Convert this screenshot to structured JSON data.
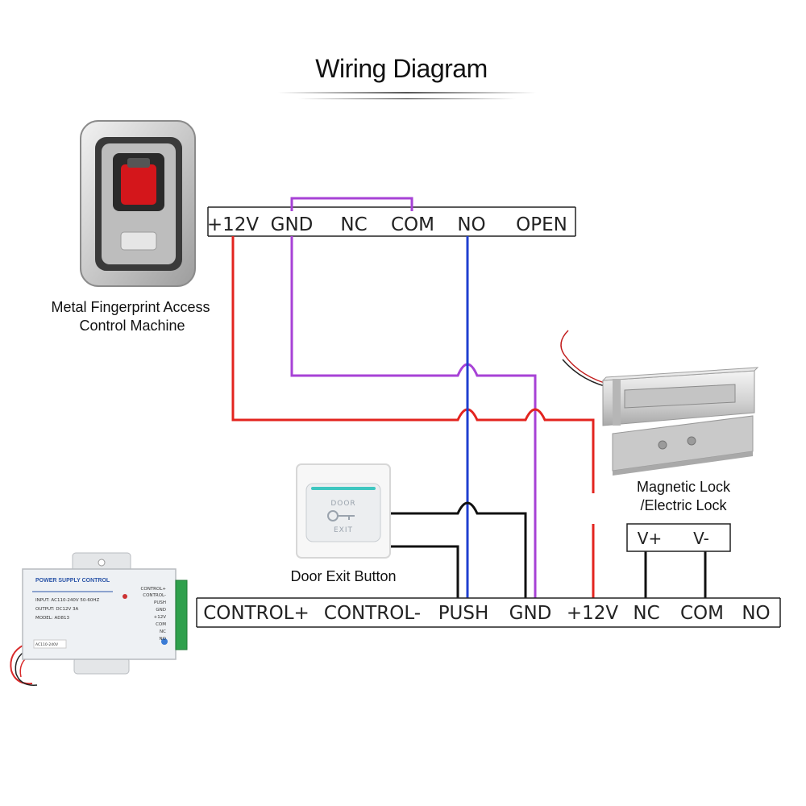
{
  "title": "Wiring Diagram",
  "fingerprint_reader": {
    "caption_line1": "Metal Fingerprint Access",
    "caption_line2": "Control Machine",
    "terminals": [
      "+12V",
      "GND",
      "NC",
      "COM",
      "NO",
      "OPEN"
    ]
  },
  "exit_button": {
    "caption": "Door Exit Button",
    "face_top": "DOOR",
    "face_bottom": "EXIT"
  },
  "lock": {
    "caption_line1": "Magnetic Lock",
    "caption_line2": "/Electric Lock",
    "terminals": [
      "V+",
      "V-"
    ]
  },
  "power_supply": {
    "label": "POWER SUPPLY CONTROL",
    "input_line": "INPUT: AC110-240V 50-60HZ",
    "output_line": "OUTPUT: DC12V 3A",
    "model_line": "MODEL: AD813",
    "ac_label": "AC110-240V",
    "side_labels": [
      "CONTROL+",
      "CONTROL-",
      "PUSH",
      "GND",
      "+12V",
      "COM",
      "NC",
      "NO"
    ],
    "terminals": [
      "CONTROL+",
      "CONTROL-",
      "PUSH",
      "GND",
      "+12V",
      "NC",
      "COM",
      "NO"
    ]
  },
  "wire_colors": {
    "red": "#e3241f",
    "purple": "#a742d6",
    "blue": "#1f3fd0",
    "black": "#111111"
  }
}
